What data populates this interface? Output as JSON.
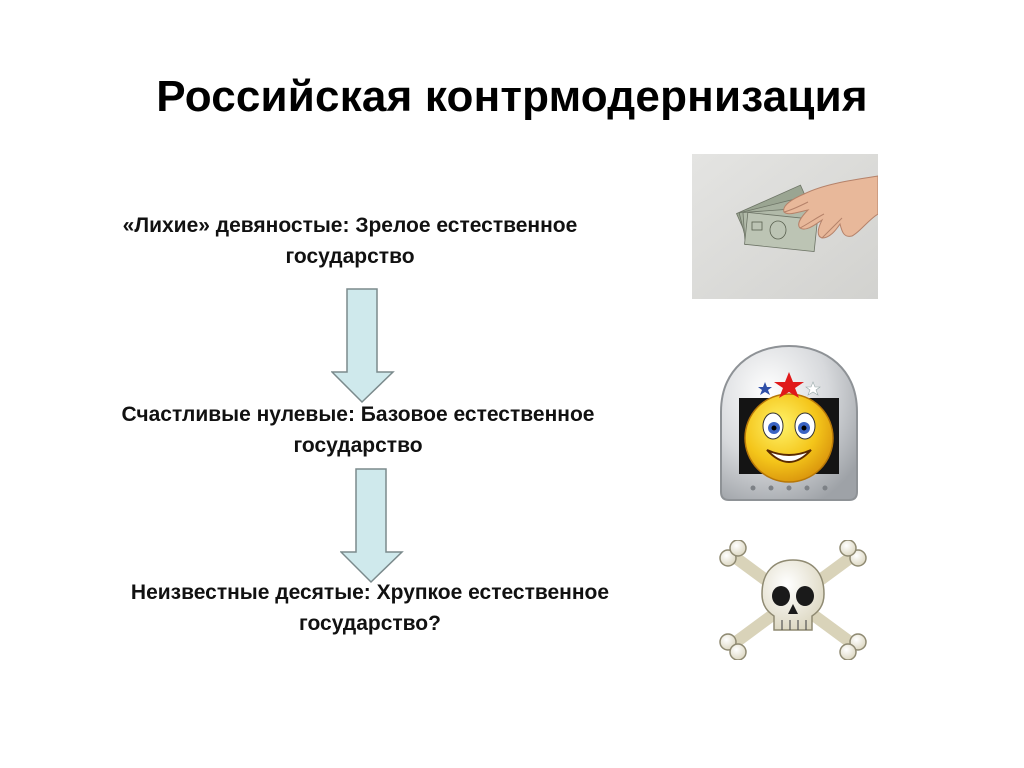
{
  "slide": {
    "title": "Российская контрмодернизация",
    "stages": [
      {
        "line1": "«Лихие» девяностые: Зрелое естественное",
        "line2": "государство"
      },
      {
        "line1": "Счастливые нулевые: Базовое естественное",
        "line2": "государство"
      },
      {
        "line1": "Неизвестные десятые: Хрупкое естественное",
        "line2": "государство?"
      }
    ],
    "icons": {
      "money": "money-hand-icon",
      "smiley": "smiley-helmet-icon",
      "skull": "skull-crossbones-icon"
    },
    "colors": {
      "arrow_fill": "#cfe9ec",
      "arrow_stroke": "#7b8a8c",
      "star_red": "#e0191a",
      "star_blue": "#2f4fa8",
      "smiley_yellow": "#f4c51a"
    }
  }
}
